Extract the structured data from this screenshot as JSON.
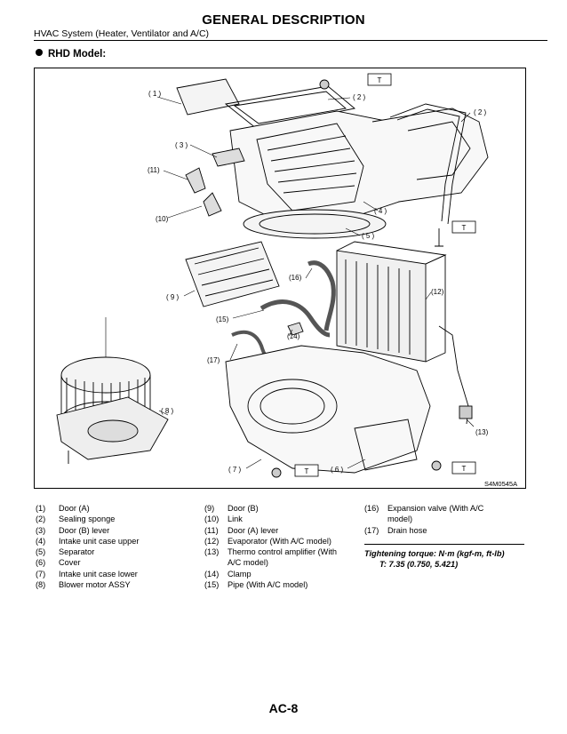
{
  "header": {
    "title": "GENERAL DESCRIPTION",
    "subtitle": "HVAC System (Heater, Ventilator and A/C)"
  },
  "model_heading": "RHD Model:",
  "figure": {
    "code": "S4M0545A",
    "callouts": {
      "c1": "( 1 )",
      "c2": "( 2 )",
      "c3": "( 3 )",
      "c4": "( 4 )",
      "c5": "( 5 )",
      "c6": "( 6 )",
      "c7": "( 7 )",
      "c8": "( 8 )",
      "c9": "( 9 )",
      "c10": "(10)",
      "c11": "(11)",
      "c12": "(12)",
      "c13": "(13)",
      "c14": "(14)",
      "c15": "(15)",
      "c16": "(16)",
      "c17": "(17)"
    },
    "torque_tag": "T"
  },
  "legend": {
    "col1": [
      {
        "num": "(1)",
        "text": "Door (A)"
      },
      {
        "num": "(2)",
        "text": "Sealing sponge"
      },
      {
        "num": "(3)",
        "text": "Door (B) lever"
      },
      {
        "num": "(4)",
        "text": "Intake unit case upper"
      },
      {
        "num": "(5)",
        "text": "Separator"
      },
      {
        "num": "(6)",
        "text": "Cover"
      },
      {
        "num": "(7)",
        "text": "Intake unit case lower"
      },
      {
        "num": "(8)",
        "text": "Blower motor ASSY"
      }
    ],
    "col2": [
      {
        "num": "(9)",
        "text": "Door (B)"
      },
      {
        "num": "(10)",
        "text": "Link"
      },
      {
        "num": "(11)",
        "text": "Door (A) lever"
      },
      {
        "num": "(12)",
        "text": "Evaporator (With A/C model)"
      },
      {
        "num": "(13)",
        "text": "Thermo control amplifier (With",
        "cont": "A/C model)"
      },
      {
        "num": "(14)",
        "text": "Clamp"
      },
      {
        "num": "(15)",
        "text": "Pipe (With A/C model)"
      }
    ],
    "col3": [
      {
        "num": "(16)",
        "text": "Expansion valve (With A/C",
        "cont": "model)"
      },
      {
        "num": "(17)",
        "text": "Drain hose"
      }
    ]
  },
  "torque": {
    "label": "Tightening torque: N·m (kgf-m, ft-lb)",
    "value": "T: 7.35 (0.750, 5.421)"
  },
  "page_number": "AC-8"
}
